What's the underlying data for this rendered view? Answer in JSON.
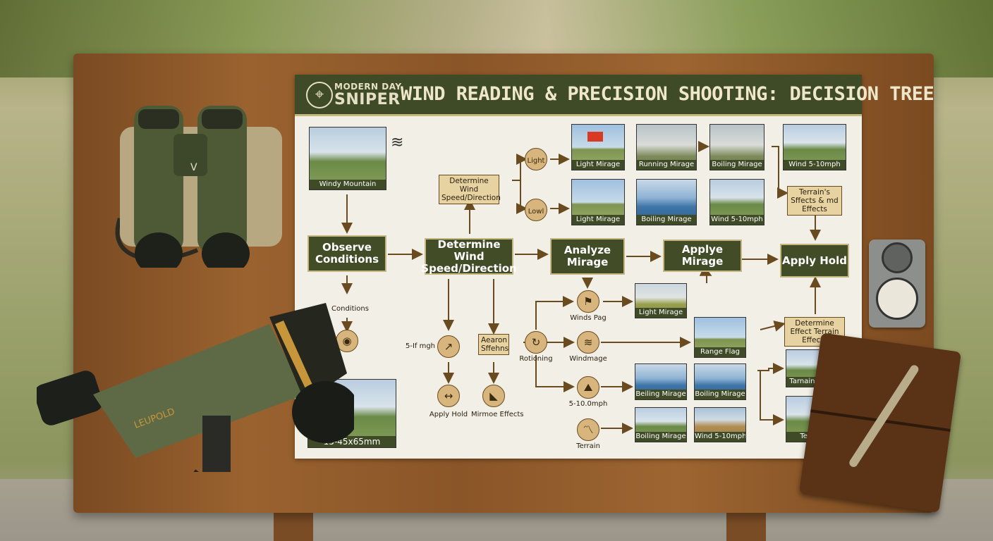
{
  "header": {
    "logo_line1": "MODERN DAY",
    "logo_line2": "SNIPER",
    "title": "WIND READING & PRECISION SHOOTING: DECISION TREE"
  },
  "main_nodes": {
    "observe": "Observe Conditions",
    "determine": "Determine Wind Speed/Direction",
    "analyze": "Analyze Mirage",
    "applye": "Applye Mirage",
    "apply_hold": "Apply Hold"
  },
  "tags": {
    "determine_top": "Determine Wind Speed/Direction",
    "terrain_effects": "Terrain's Sffects & md Effects",
    "aearon": "Aearon Sffehns",
    "determine_effect": "Determine Effect Terrain Effects"
  },
  "thumbs": {
    "windy_mountain": "Windy Mountain",
    "light_mirage_1": "Light Mirage",
    "running_mirage": "Running Mirage",
    "boiling_mirage_1": "Boiling Mirage",
    "wind_5_10_1": "Wind 5-10mph",
    "light_mirage_2": "Light Mirage",
    "boiling_mirage_2": "Boiling Mirage",
    "wind_5_10_2": "Wind 5-10mph",
    "light_mirage_3": "Light Mirage",
    "range_flag": "Range Flag",
    "beiling_mirage": "Beiling Mirage",
    "boiling_mirage_3": "Boiling Mirage",
    "tarnain_effects": "Tarnain Effects",
    "boiling_mirage_4": "Boiling Mirage",
    "wind_5_10_3": "Wind 5-10mph",
    "terrain_e": "Terrain E",
    "scope_range": "15-45x65mm"
  },
  "circles": {
    "light": "Light",
    "low": "Lowl",
    "conditions": "Conditions",
    "five_mph": "5-If mgh",
    "apply_hold": "Apply Hold",
    "mirmoe": "Mirmoe Effects",
    "rotioning": "Rotioning",
    "winds_pag": "Winds Pag",
    "windmage": "Windmage",
    "five_ten": "5-10.0mph",
    "terrain": "Terrain"
  },
  "gear": {
    "binoculars_brand": "V",
    "scope_brand": "LEUPOLD"
  },
  "colors": {
    "header_bg": "#3f4a26",
    "node_bg": "#424d28",
    "tag_bg": "#e7d2a2",
    "accent_border": "#c6b682"
  }
}
